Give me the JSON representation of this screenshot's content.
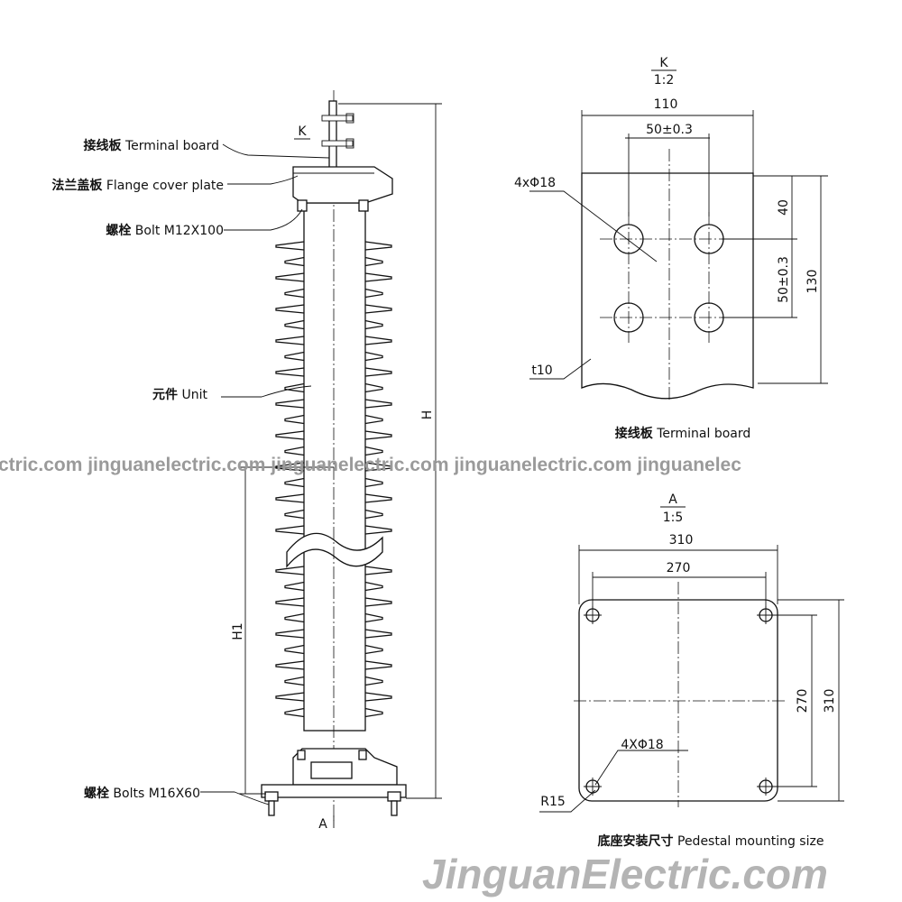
{
  "main_view": {
    "labels": {
      "terminal_board": {
        "cn": "接线板",
        "en": "Terminal board"
      },
      "flange_cover_plate": {
        "cn": "法兰盖板",
        "en": "Flange cover plate"
      },
      "bolt_top": {
        "cn": "螺栓",
        "en": "Bolt M12X100"
      },
      "unit": {
        "cn": "元件",
        "en": "Unit"
      },
      "bolts_bottom": {
        "cn": "螺栓",
        "en": "Bolts M16X60"
      }
    },
    "view_marker_k": "K",
    "view_marker_a": "A",
    "dim_h": "H",
    "dim_h1": "H1"
  },
  "terminal_board_view": {
    "title": "K",
    "scale": "1:2",
    "width": "110",
    "hole_spacing_x": "50±0.3",
    "holes": "4xΦ18",
    "offset_top": "40",
    "hole_spacing_y": "50±0.3",
    "height": "130",
    "thickness": "t10",
    "caption": {
      "cn": "接线板",
      "en": "Terminal board"
    }
  },
  "pedestal_view": {
    "title": "A",
    "scale": "1:5",
    "width_outer": "310",
    "width_inner": "270",
    "height_inner": "270",
    "height_outer": "310",
    "holes": "4XΦ18",
    "radius": "R15",
    "caption": {
      "cn": "底座安装尺寸",
      "en": "Pedestal mounting size"
    }
  },
  "watermarks": {
    "strip": "ctric.com jinguanelectric.com jinguanelectric.com jinguanelectric.com jinguanelec",
    "large": "JinguanElectric.com"
  }
}
